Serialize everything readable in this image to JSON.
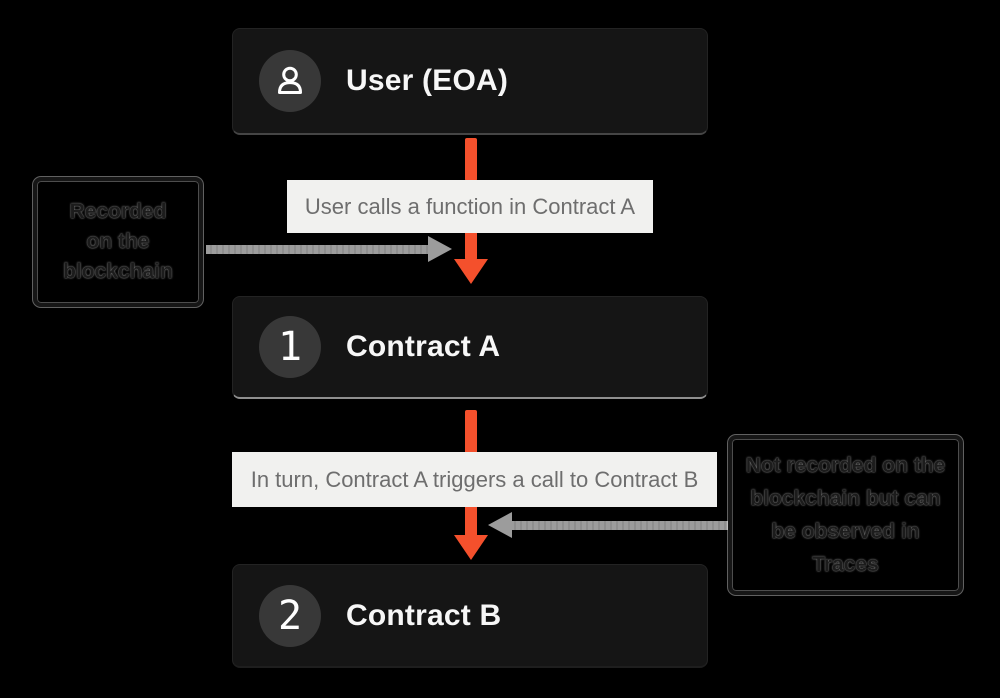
{
  "diagram": {
    "title": "Contract call flow",
    "colors": {
      "background": "#000000",
      "node_background": "#151515",
      "badge_background": "#383838",
      "node_text": "#f7f7f7",
      "accent_orange": "#f4502c",
      "edge_label_background": "#f1f1ef",
      "edge_label_text": "#6e6e6e",
      "pointer_arrow_gray": "#9c9c9c",
      "annotation_text": "#1c1c1c"
    },
    "nodes": [
      {
        "id": "user",
        "badge": "user-icon",
        "title": "User (EOA)"
      },
      {
        "id": "contract-a",
        "badge": "1",
        "title": "Contract A"
      },
      {
        "id": "contract-b",
        "badge": "2",
        "title": "Contract B"
      }
    ],
    "edges": [
      {
        "from": "user",
        "to": "contract-a",
        "label": "User calls a function in Contract A"
      },
      {
        "from": "contract-a",
        "to": "contract-b",
        "label": "In turn, Contract A triggers a call to Contract B"
      }
    ],
    "annotations": {
      "left": {
        "text": "Recorded on the blockchain",
        "points_to": "edge-1",
        "lines": {
          "0": "Recorded",
          "1": "on the",
          "2": "blockchain"
        }
      },
      "right": {
        "text": "Not recorded on the blockchain but can be observed in Traces",
        "points_to": "edge-2",
        "lines": {
          "0": "Not recorded on the",
          "1": "blockchain but can",
          "2": "be observed in",
          "3": "Traces"
        }
      }
    }
  }
}
